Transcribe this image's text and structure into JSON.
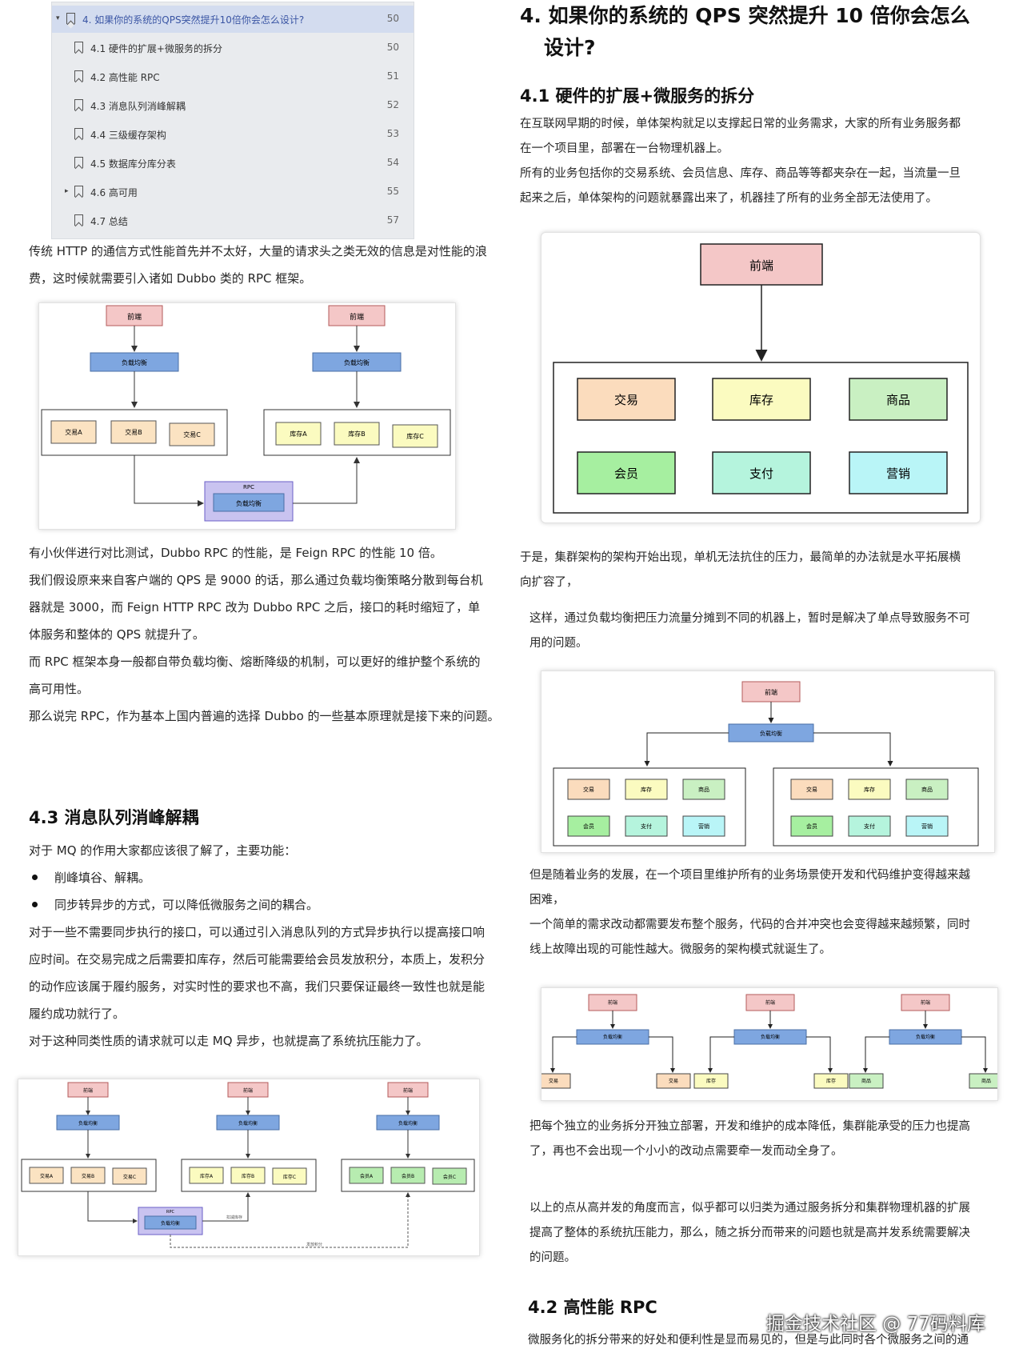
{
  "toc": [
    {
      "label": "4. 如果你的系统的QPS突然提升10倍你会怎么设计?",
      "page": "50",
      "active": true,
      "arrow": "▾"
    },
    {
      "label": "4.1 硬件的扩展+微服务的拆分",
      "page": "50"
    },
    {
      "label": "4.2 高性能 RPC",
      "page": "51"
    },
    {
      "label": "4.3 消息队列消峰解耦",
      "page": "52"
    },
    {
      "label": "4.4 三级缓存架构",
      "page": "53"
    },
    {
      "label": "4.5 数据库分库分表",
      "page": "54"
    },
    {
      "label": "4.6 高可用",
      "page": "55",
      "arrow": "▸"
    },
    {
      "label": "4.7 总结",
      "page": "57"
    }
  ],
  "left": {
    "p1": [
      "传统 HTTP 的通信方式性能首先并不太好，大量的请求头之类无效的信息是对性能的浪",
      "费，这时候就需要引入诸如 Dubbo 类的 RPC 框架。"
    ],
    "p2": [
      "有小伙伴进行对比测试，Dubbo RPC 的性能，是 Feign RPC 的性能 10 倍。",
      "我们假设原来来自客户端的 QPS 是 9000 的话，那么通过负载均衡策略分散到每台机",
      "器就是 3000，而 Feign HTTP RPC 改为 Dubbo RPC 之后，接口的耗时缩短了，单",
      "体服务和整体的 QPS 就提升了。",
      "而 RPC 框架本身一般都自带负载均衡、熔断降级的机制，可以更好的维护整个系统的",
      "高可用性。",
      "那么说完 RPC，作为基本上国内普遍的选择 Dubbo 的一些基本原理就是接下来的问题。"
    ],
    "h43": "4.3  消息队列消峰解耦",
    "p3": "对于 MQ 的作用大家都应该很了解了，主要功能：",
    "bullets": [
      "削峰填谷、解耦。",
      "同步转异步的方式，可以降低微服务之间的耦合。"
    ],
    "p4": [
      "对于一些不需要同步执行的接口，可以通过引入消息队列的方式异步执行以提高接口响",
      "应时间。在交易完成之后需要扣库存，然后可能需要给会员发放积分，本质上，发积分",
      "的动作应该属于履约服务，对实时性的要求也不高，我们只要保证最终一致性也就是能",
      "履约成功就行了。",
      "对于这种同类性质的请求就可以走 MQ 异步，也就提高了系统抗压能力了。"
    ]
  },
  "right": {
    "h4": [
      "4.  如果你的系统的 QPS 突然提升 10 倍你会怎么",
      "设计?"
    ],
    "h41": "4.1  硬件的扩展+微服务的拆分",
    "p1": [
      "在互联网早期的时候，单体架构就足以支撑起日常的业务需求，大家的所有业务服务都",
      "在一个项目里，部署在一台物理机器上。",
      "所有的业务包括你的交易系统、会员信息、库存、商品等等都夹杂在一起，当流量一旦",
      "起来之后，单体架构的问题就暴露出来了，机器挂了所有的业务全部无法使用了。"
    ],
    "p2": [
      "于是，集群架构的架构开始出现，单机无法抗住的压力，最简单的办法就是水平拓展横",
      "向扩容了，"
    ],
    "p3": [
      "这样，通过负载均衡把压力流量分摊到不同的机器上，暂时是解决了单点导致服务不可",
      "用的问题。"
    ],
    "p4": [
      "但是随着业务的发展，在一个项目里维护所有的业务场景使开发和代码维护变得越来越",
      "困难，",
      "一个简单的需求改动都需要发布整个服务，代码的合并冲突也会变得越来越频繁，同时",
      "线上故障出现的可能性越大。微服务的架构模式就诞生了。"
    ],
    "p5": [
      "把每个独立的业务拆分开独立部署，开发和维护的成本降低，集群能承受的压力也提高",
      "了，再也不会出现一个小小的改动点需要牵一发而动全身了。"
    ],
    "p6": [
      "以上的点从高并发的角度而言，似乎都可以归类为通过服务拆分和集群物理机器的扩展",
      "提高了整体的系统抗压能力，那么，随之拆分而带来的问题也就是高并发系统需要解决",
      "的问题。"
    ],
    "h42": "4.2  高性能  RPC",
    "p7": "微服务化的拆分带来的好处和便利性是显而易见的，但是与此同时各个微服务之间的通"
  },
  "diagrams": {
    "frontend": "前端",
    "lb": "负载均衡",
    "rpc": "RPC",
    "trade": [
      "交易A",
      "交易B",
      "交易C"
    ],
    "stock": [
      "库存A",
      "库存B",
      "库存C"
    ],
    "member": [
      "会员A",
      "会员B",
      "会员C"
    ],
    "mono": [
      "交易",
      "库存",
      "商品",
      "会员",
      "支付",
      "营销"
    ],
    "trade1": "交易",
    "stock1": "库存",
    "goods1": "商品",
    "mq_label1": "扣减库存",
    "mq_label2": "发放积分"
  },
  "watermark": "掘金技术社区 @ 77码料库"
}
